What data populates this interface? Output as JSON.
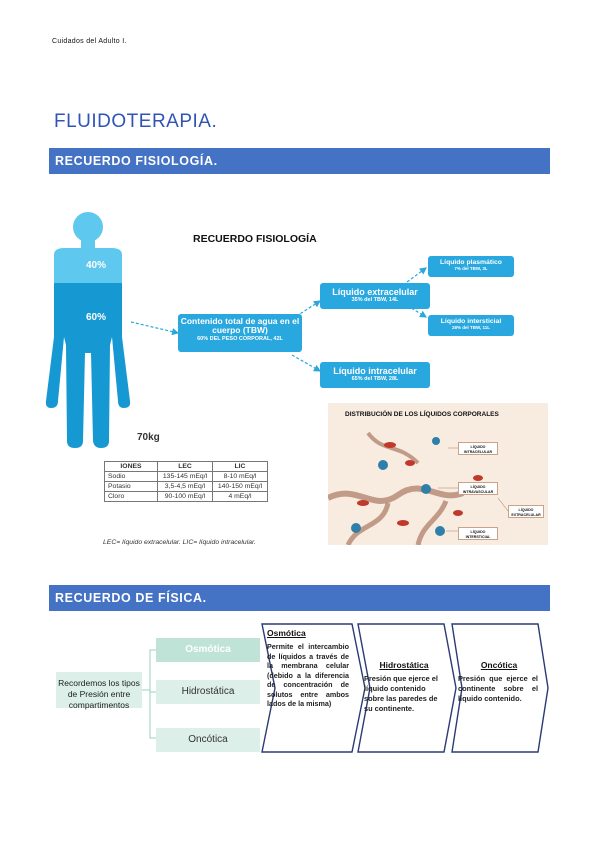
{
  "header": {
    "text": "Cuidados del Adulto I."
  },
  "doc": {
    "title": "FLUIDOTERAPIA."
  },
  "sections": [
    {
      "title": "RECUERDO FISIOLOGÍA."
    },
    {
      "title": "RECUERDO DE FÍSICA."
    }
  ],
  "physiology": {
    "figure_title": "RECUERDO FISIOLOGÍA",
    "body": {
      "top_pct": "40%",
      "bottom_pct": "60%",
      "weight": "70kg"
    },
    "boxes": {
      "total": {
        "main": "Contenido total de agua en el cuerpo (TBW)",
        "sub": "60%  DEL PESO CORPORAL, 42L"
      },
      "extra": {
        "main": "Líquido extracelular",
        "sub": "35% del TBW, 14L"
      },
      "intra": {
        "main": "Líquido intracelular",
        "sub": "65% del TBW, 28L"
      },
      "plasma": {
        "main": "Líquido plasmático",
        "sub": "7% del TBW, 3L"
      },
      "interst": {
        "main": "Líquido intersticial",
        "sub": "28% del TBW, 11L"
      }
    },
    "table": {
      "headers": [
        "IONES",
        "LEC",
        "LIC"
      ],
      "rows": [
        [
          "Sodio",
          "135-145 mEq/l",
          "8-10 mEq/l"
        ],
        [
          "Potasio",
          "3,5-4,5 mEq/l",
          "140-150 mEq/l"
        ],
        [
          "Cloro",
          "90-100 mEq/l",
          "4 mEq/l"
        ]
      ],
      "note": "LEC= líquido extracelular. LIC= líquido   intracelular."
    },
    "distribution": {
      "title": "DISTRIBUCIÓN DE LOS LÍQUIDOS CORPORALES",
      "labels": {
        "intra": "LÍQUIDO INTRACELULAR",
        "vasc": "LÍQUIDO INTRAVASCULAR",
        "extra": "LÍQUIDO EXTRACELULAR",
        "inter": "LÍQUIDO INTERSTICIAL"
      }
    }
  },
  "physics": {
    "intro": "Recordemos los tipos de Presión entre compartimentos",
    "types": {
      "osm": "Osmótica",
      "hidro": "Hidrostática",
      "onc": "Oncótica"
    },
    "columns": {
      "osm": {
        "title": "Osmótica",
        "text": "Permite el intercambio de líquidos a través de la membrana celular (debido a la diferencia de concentración de solutos entre ambos lados de la misma)"
      },
      "hidro": {
        "title": "Hidrostática",
        "text": "Presión que ejerce el líquido contenido sobre las paredes de su continente."
      },
      "onc": {
        "title": "Oncótica",
        "text": "Presión que ejerce el continente sobre el líquido contenido."
      }
    }
  },
  "colors": {
    "accent": "#4472c4",
    "title": "#2f54b5",
    "box": "#29a7df",
    "body_top": "#5ec8ee",
    "body_bottom": "#1698d3"
  }
}
